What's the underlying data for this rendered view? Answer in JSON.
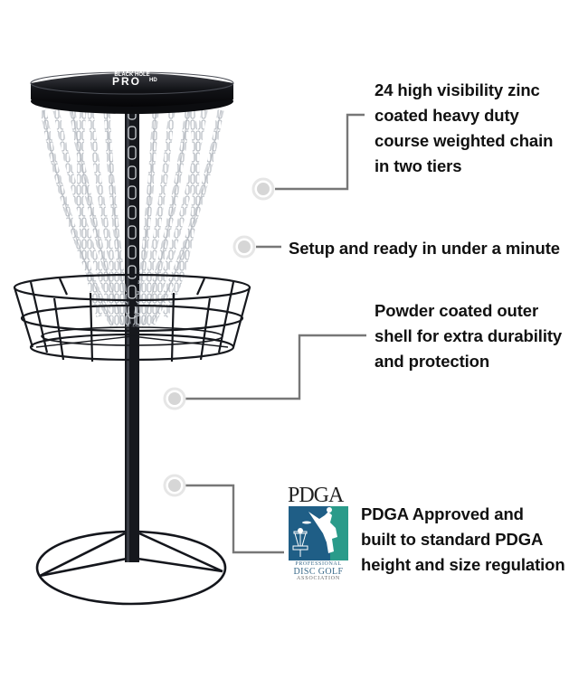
{
  "product": {
    "brand_line": "BLACK HOLE",
    "model": "PRO",
    "model_suffix": "HD"
  },
  "callouts": [
    {
      "id": "chains",
      "lines": [
        "24 high visibility zinc",
        "coated heavy duty",
        "course weighted chain",
        "in two tiers"
      ]
    },
    {
      "id": "setup",
      "lines": [
        "Setup and ready in under a minute"
      ]
    },
    {
      "id": "coating",
      "lines": [
        "Powder coated outer",
        "shell for extra durability",
        "and protection"
      ]
    },
    {
      "id": "pdga",
      "lines": [
        "PDGA Approved and",
        "built to standard PDGA",
        "height and size regulation"
      ]
    }
  ],
  "pdga_logo": {
    "wordmark": "PDGA",
    "line1": "PROFESSIONAL",
    "line2": "DISC GOLF",
    "line3": "ASSOCIATION",
    "colors": {
      "blue": "#1f5e86",
      "teal": "#2a9b8a"
    }
  },
  "colors": {
    "text": "#111111",
    "leader_line": "#777777",
    "marker_fill": "#d6d6d6",
    "marker_ring": "#e6e6e6",
    "frame": "#14161c",
    "chain": "#c4c9cf"
  }
}
